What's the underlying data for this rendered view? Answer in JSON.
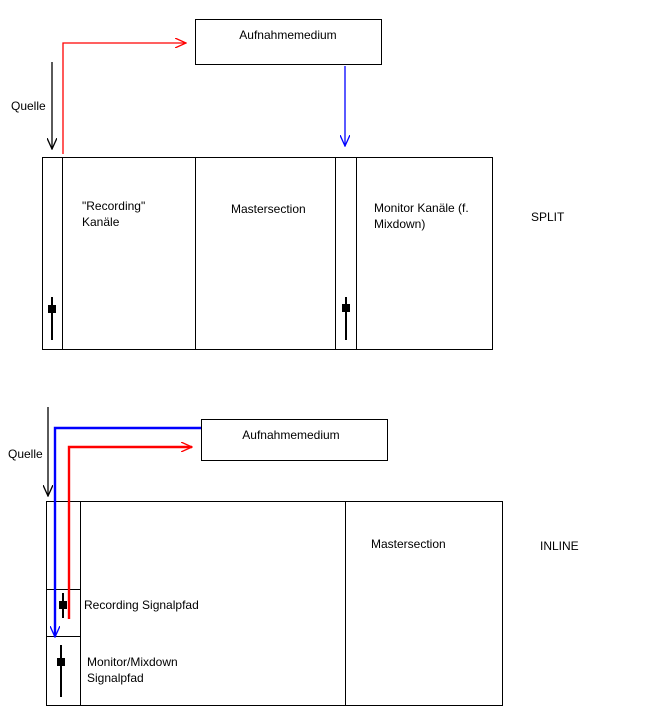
{
  "split": {
    "medium_label": "Aufnahmemedium",
    "source_label": "Quelle",
    "recording_label": "\"Recording\"\nKanäle",
    "master_label": "Mastersection",
    "monitor_label": "Monitor Kanäle (f.\nMixdown)",
    "mode_label": "SPLIT"
  },
  "inline": {
    "medium_label": "Aufnahmemedium",
    "source_label": "Quelle",
    "master_label": "Mastersection",
    "mode_label": "INLINE",
    "recording_path_label": "Recording Signalpfad",
    "monitor_path_label": "Monitor/Mixdown\nSignalpfad"
  },
  "colors": {
    "recording_arrow": "#ff0000",
    "playback_arrow": "#0000ff",
    "source_arrow": "#000000",
    "outline": "#000000"
  }
}
